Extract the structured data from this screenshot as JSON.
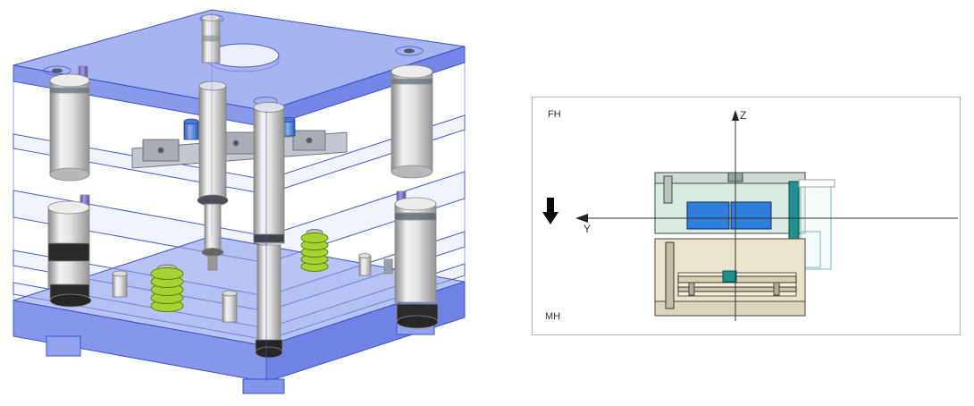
{
  "left_view": {
    "title": "mold-base-3d-view",
    "colors": {
      "plate_fill": "#8fa0ee",
      "plate_stroke": "#3f54cc",
      "plate_side": "#7588e8",
      "plate_side_dark": "#6478e2",
      "band_fill": "#aab6f2",
      "spring_green": "#a6d332",
      "spring_stroke": "#5a8a00",
      "knob_blue": "#4a78d8",
      "knob_purple": "#7a6fd0",
      "cap_black": "#262626"
    }
  },
  "right_view": {
    "labels": {
      "top_left": "FH",
      "bottom_left": "MH",
      "axis_z": "Z",
      "axis_y": "Y"
    },
    "colors": {
      "fixed_half": "#d9eae1",
      "fixed_top_plate": "#cfdcd6",
      "moving_half": "#eae4cf",
      "moving_bottom_plate": "#ded6bc",
      "insert_blue": "#2e7fdd",
      "teal_bar": "#20908f",
      "outline_teal": "#7ab8b8",
      "axis_line": "#333333"
    }
  }
}
